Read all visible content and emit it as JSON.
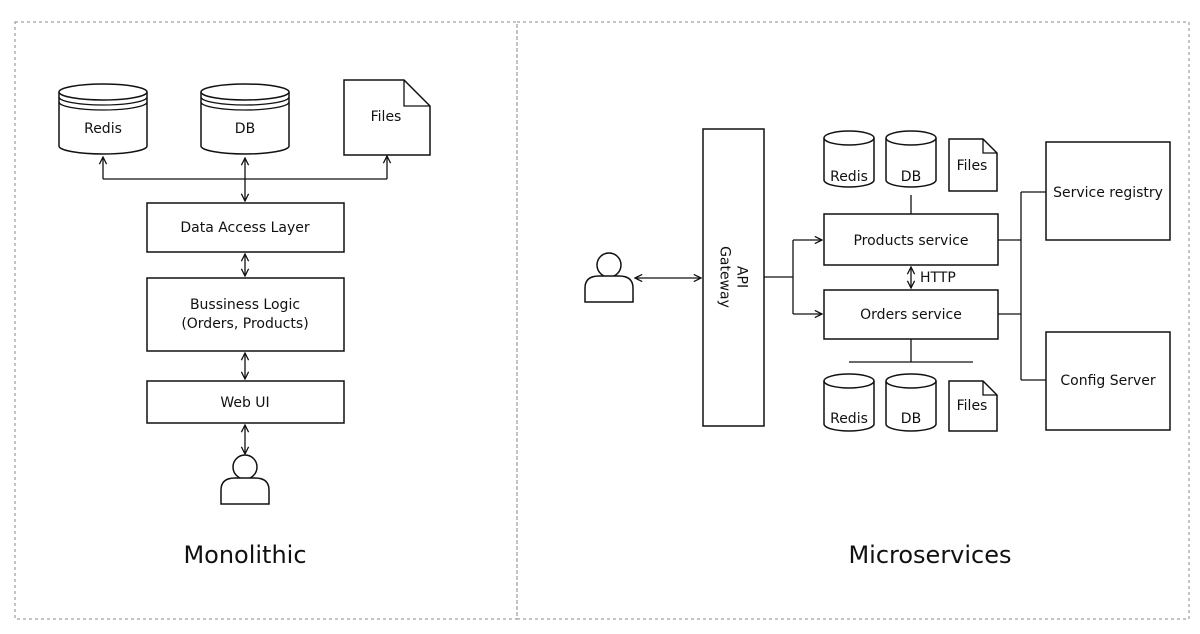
{
  "monolithic": {
    "title": "Monolithic",
    "stores": {
      "redis": "Redis",
      "db": "DB",
      "files": "Files"
    },
    "layers": {
      "data_access": "Data Access Layer",
      "business_line1": "Bussiness Logic",
      "business_line2": "(Orders, Products)",
      "web_ui": "Web UI"
    }
  },
  "microservices": {
    "title": "Microservices",
    "gateway_line1": "API",
    "gateway_line2": "Gateway",
    "products_service": "Products service",
    "orders_service": "Orders service",
    "http": "HTTP",
    "products_stores": {
      "redis": "Redis",
      "db": "DB",
      "files": "Files"
    },
    "orders_stores": {
      "redis": "Redis",
      "db": "DB",
      "files": "Files"
    },
    "service_registry": "Service registry",
    "config_server": "Config Server"
  },
  "colors": {
    "stroke": "#111111",
    "panel_border": "#888888",
    "background": "#ffffff"
  }
}
